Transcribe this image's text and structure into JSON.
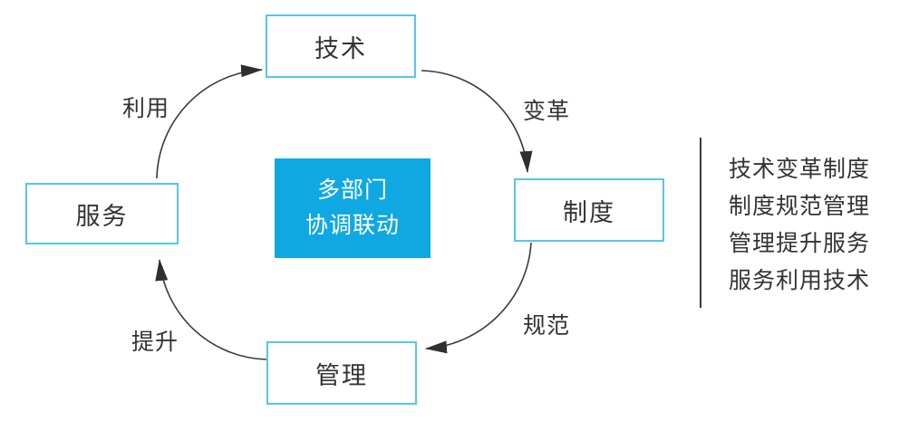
{
  "diagram": {
    "title_hint": "multi-department coordination cycle",
    "nodes": {
      "top": "技术",
      "right": "制度",
      "bottom": "管理",
      "left": "服务"
    },
    "center": {
      "line1": "多部门",
      "line2": "协调联动"
    },
    "edge_labels": {
      "top_left": "利用",
      "top_right": "变革",
      "bottom_right": "规范",
      "bottom_left": "提升"
    },
    "arrows": [
      {
        "from": "服务",
        "to": "技术",
        "label": "利用"
      },
      {
        "from": "技术",
        "to": "制度",
        "label": "变革"
      },
      {
        "from": "制度",
        "to": "管理",
        "label": "规范"
      },
      {
        "from": "管理",
        "to": "服务",
        "label": "提升"
      }
    ],
    "legend": {
      "lines": [
        "技术变革制度",
        "制度规范管理",
        "管理提升服务",
        "服务利用技术"
      ]
    },
    "colors": {
      "node_border": "#58c4ef",
      "center_fill": "#10a8e2",
      "arrow": "#3a3a3a",
      "text": "#333333"
    }
  }
}
